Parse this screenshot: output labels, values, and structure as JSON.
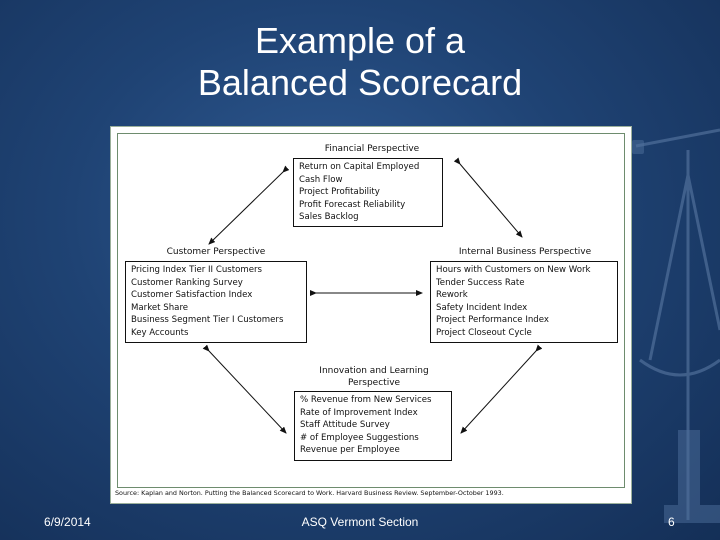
{
  "slide": {
    "title_line1": "Example of a",
    "title_line2": "Balanced Scorecard"
  },
  "diagram": {
    "financial": {
      "heading": "Financial Perspective",
      "items": [
        "Return on Capital Employed",
        "Cash Flow",
        "Project Profitability",
        "Profit Forecast Reliability",
        "Sales Backlog"
      ]
    },
    "customer": {
      "heading": "Customer Perspective",
      "items": [
        "Pricing Index Tier II Customers",
        "Customer Ranking Survey",
        "Customer Satisfaction Index",
        "Market Share",
        "Business Segment Tier I Customers",
        "Key Accounts"
      ]
    },
    "internal": {
      "heading": "Internal Business Perspective",
      "items": [
        "Hours with Customers on New Work",
        "Tender Success Rate",
        "Rework",
        "Safety Incident Index",
        "Project Performance Index",
        "Project Closeout Cycle"
      ]
    },
    "innovation": {
      "heading_line1": "Innovation and Learning",
      "heading_line2": "Perspective",
      "items": [
        "% Revenue from New Services",
        "Rate of Improvement Index",
        "Staff Attitude Survey",
        "# of Employee Suggestions",
        "Revenue per Employee"
      ]
    },
    "source": "Source: Kaplan and Norton. Putting the Balanced Scorecard to Work. Harvard Business Review. September-October 1993."
  },
  "footer": {
    "date": "6/9/2014",
    "center": "ASQ Vermont Section",
    "page": "6"
  },
  "colors": {
    "background": "#1f4374",
    "title": "#ffffff",
    "panel": "#ffffff"
  }
}
